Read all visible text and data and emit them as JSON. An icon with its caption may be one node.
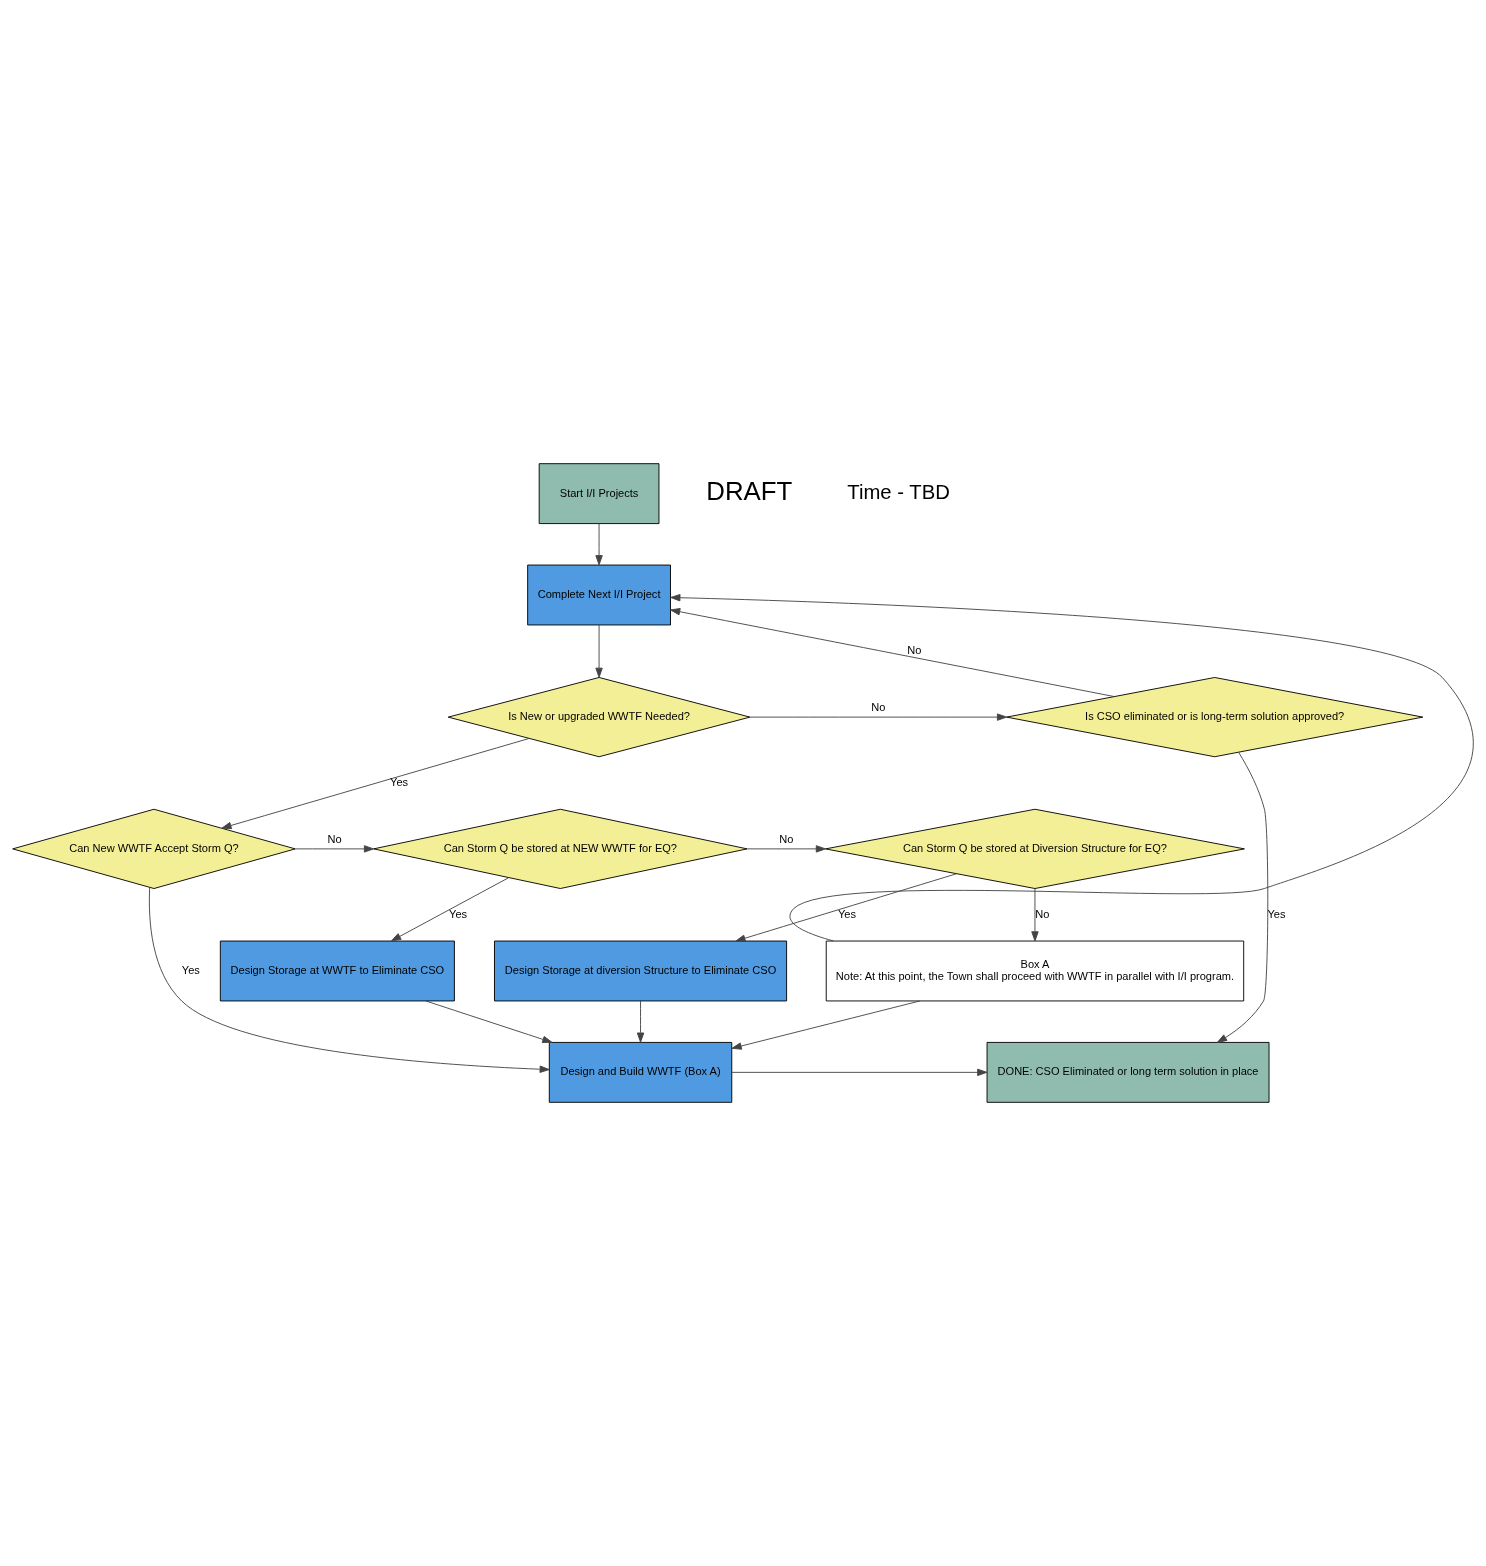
{
  "diagram": {
    "nodes": [
      {
        "text": [
          "Start I/I Projects"
        ]
      },
      {
        "text": [
          "Complete Next I/I Project"
        ]
      },
      {
        "text": [
          "Is New or upgraded WWTF Needed?"
        ]
      },
      {
        "text": [
          "Is CSO eliminated or is long-term solution approved?"
        ]
      },
      {
        "text": [
          "Box A",
          "Note: At this point, the Town shall proceed with WWTF in parallel with I/I program."
        ]
      },
      {
        "text": [
          "Can Storm Q be stored at Diversion Structure for EQ?"
        ]
      },
      {
        "text": [
          "Can Storm Q be stored at NEW WWTF for EQ?"
        ]
      },
      {
        "text": [
          "Can New WWTF Accept Storm Q?"
        ]
      },
      {
        "text": [
          "Design Storage at diversion Structure to Eliminate CSO"
        ]
      },
      {
        "text": [
          "Design Storage at WWTF to Eliminate CSO"
        ]
      },
      {
        "text": [
          "Design and Build WWTF (Box A)"
        ]
      },
      {
        "text": [
          "DONE: CSO Eliminated or long term solution in place"
        ]
      }
    ],
    "edges": [
      {
        "from": 0,
        "to": 1,
        "arrow": "to"
      },
      {
        "from": 1,
        "to": 2,
        "arrow": "to"
      },
      {
        "from": 2,
        "to": 3,
        "arrow": "to",
        "label": "No"
      },
      {
        "from": 3,
        "to": 1,
        "arrow": "to",
        "label": "No"
      },
      {
        "from": 3,
        "to": 11,
        "arrow": "to",
        "label": "Yes"
      },
      {
        "from": 2,
        "to": 7,
        "arrow": "to",
        "label": "Yes"
      },
      {
        "from": 7,
        "to": 6,
        "arrow": "to",
        "label": "No"
      },
      {
        "from": 6,
        "to": 5,
        "arrow": "to",
        "label": "No"
      },
      {
        "from": 5,
        "to": 4,
        "arrow": "to",
        "label": "No"
      },
      {
        "from": 4,
        "to": 1,
        "arrow": "to"
      },
      {
        "from": 6,
        "to": 9,
        "arrow": "to",
        "label": "Yes"
      },
      {
        "from": 5,
        "to": 8,
        "arrow": "to",
        "label": "Yes"
      },
      {
        "from": 7,
        "to": 10,
        "arrow": "to",
        "label": "Yes"
      },
      {
        "from": 8,
        "to": 10,
        "arrow": "to"
      },
      {
        "from": 9,
        "to": 10,
        "arrow": "to"
      },
      {
        "from": 4,
        "to": 10,
        "arrow": "to"
      },
      {
        "from": 10,
        "to": 11,
        "arrow": "to"
      }
    ],
    "labels": [
      "DRAFT",
      "Time - TBD"
    ]
  }
}
